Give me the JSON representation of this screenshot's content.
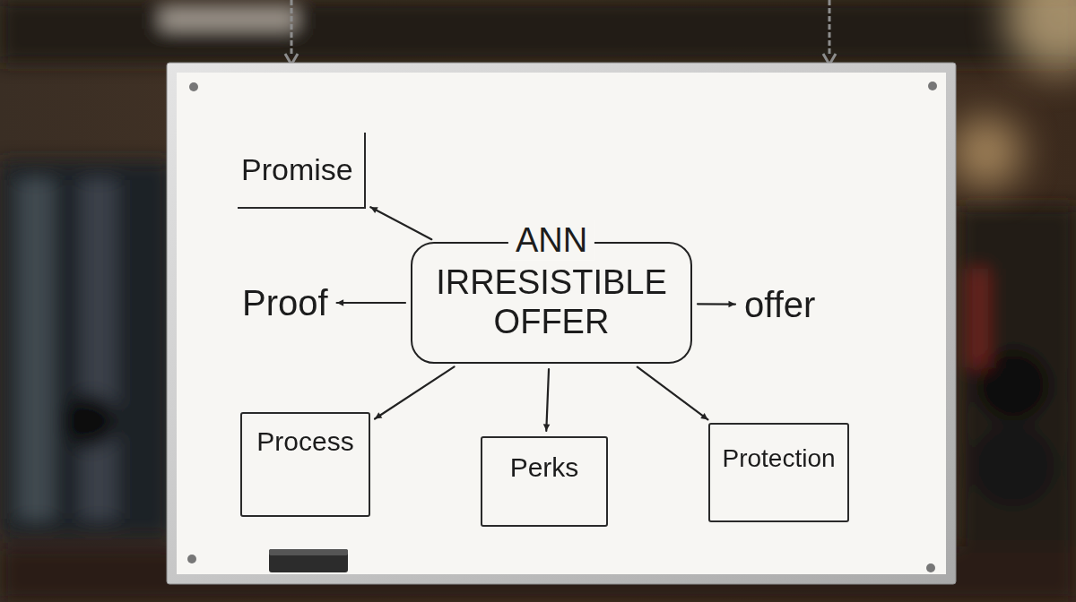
{
  "diagram": {
    "nodes": [
      {
        "text": [
          "Promise"
        ]
      },
      {
        "text": [
          "ANN",
          "IRRESISTIBLE OFFER"
        ]
      },
      {
        "text": [
          "Proof"
        ]
      },
      {
        "text": [
          "offer"
        ]
      },
      {
        "text": [
          "Process"
        ]
      },
      {
        "text": [
          "Perks"
        ]
      },
      {
        "text": [
          "Protection"
        ]
      }
    ],
    "edges": [
      {
        "from": 1,
        "to": 0,
        "arrow": "to"
      },
      {
        "from": 1,
        "to": 2,
        "arrow": "to"
      },
      {
        "from": 1,
        "to": 3,
        "arrow": "to"
      },
      {
        "from": 1,
        "to": 4,
        "arrow": "to"
      },
      {
        "from": 1,
        "to": 5,
        "arrow": "to"
      },
      {
        "from": 1,
        "to": 6,
        "arrow": "to"
      }
    ]
  }
}
